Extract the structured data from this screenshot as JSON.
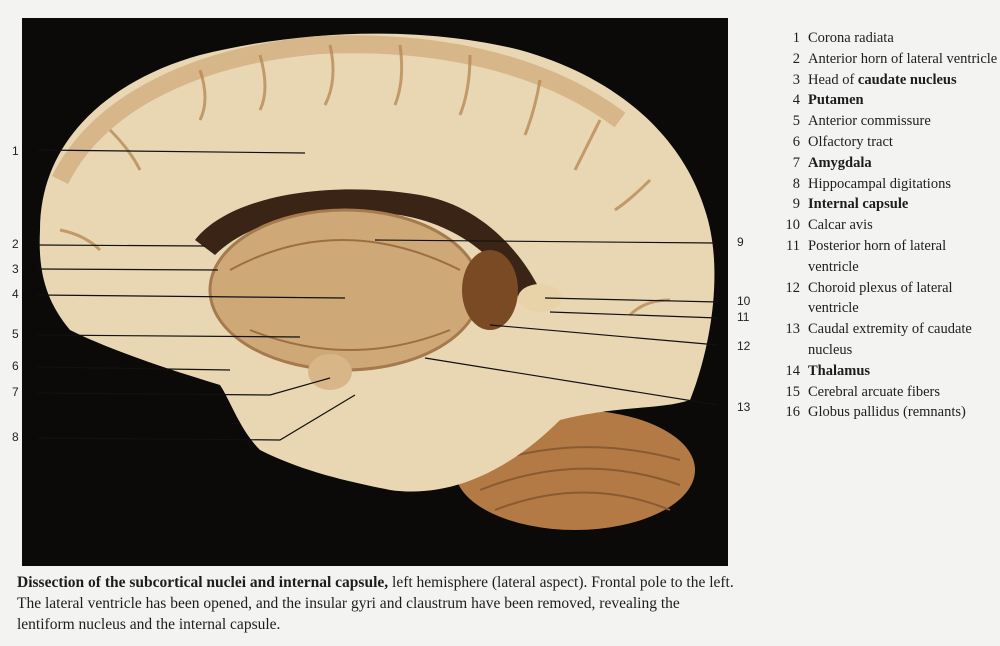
{
  "figure": {
    "left_labels": [
      "1",
      "2",
      "3",
      "4",
      "5",
      "6",
      "7",
      "8"
    ],
    "right_labels": [
      "9",
      "10",
      "11",
      "12",
      "13"
    ]
  },
  "legend": [
    {
      "n": "1",
      "pre": "Corona radiata",
      "bold": ""
    },
    {
      "n": "2",
      "pre": "Anterior horn of lateral ventricle",
      "bold": ""
    },
    {
      "n": "3",
      "pre": "Head of ",
      "bold": "caudate nucleus"
    },
    {
      "n": "4",
      "pre": "",
      "bold": "Putamen"
    },
    {
      "n": "5",
      "pre": "Anterior commissure",
      "bold": ""
    },
    {
      "n": "6",
      "pre": "Olfactory tract",
      "bold": ""
    },
    {
      "n": "7",
      "pre": "",
      "bold": "Amygdala"
    },
    {
      "n": "8",
      "pre": "Hippocampal digitations",
      "bold": ""
    },
    {
      "n": "9",
      "pre": "",
      "bold": "Internal capsule"
    },
    {
      "n": "10",
      "pre": "Calcar avis",
      "bold": ""
    },
    {
      "n": "11",
      "pre": "Posterior horn of lateral ventricle",
      "bold": ""
    },
    {
      "n": "12",
      "pre": "Choroid plexus of lateral ventricle",
      "bold": ""
    },
    {
      "n": "13",
      "pre": "Caudal extremity of caudate nucleus",
      "bold": ""
    },
    {
      "n": "14",
      "pre": "",
      "bold": "Thalamus"
    },
    {
      "n": "15",
      "pre": "Cerebral arcuate fibers",
      "bold": ""
    },
    {
      "n": "16",
      "pre": "Globus pallidus (remnants)",
      "bold": ""
    }
  ],
  "caption": {
    "bold": "Dissection of the subcortical nuclei and internal capsule,",
    "rest": " left hemisphere (lateral aspect). Frontal pole to the left. The lateral ventricle has been opened, and the insular gyri and claustrum have been removed, revealing the lentiform nucleus and the internal capsule."
  }
}
